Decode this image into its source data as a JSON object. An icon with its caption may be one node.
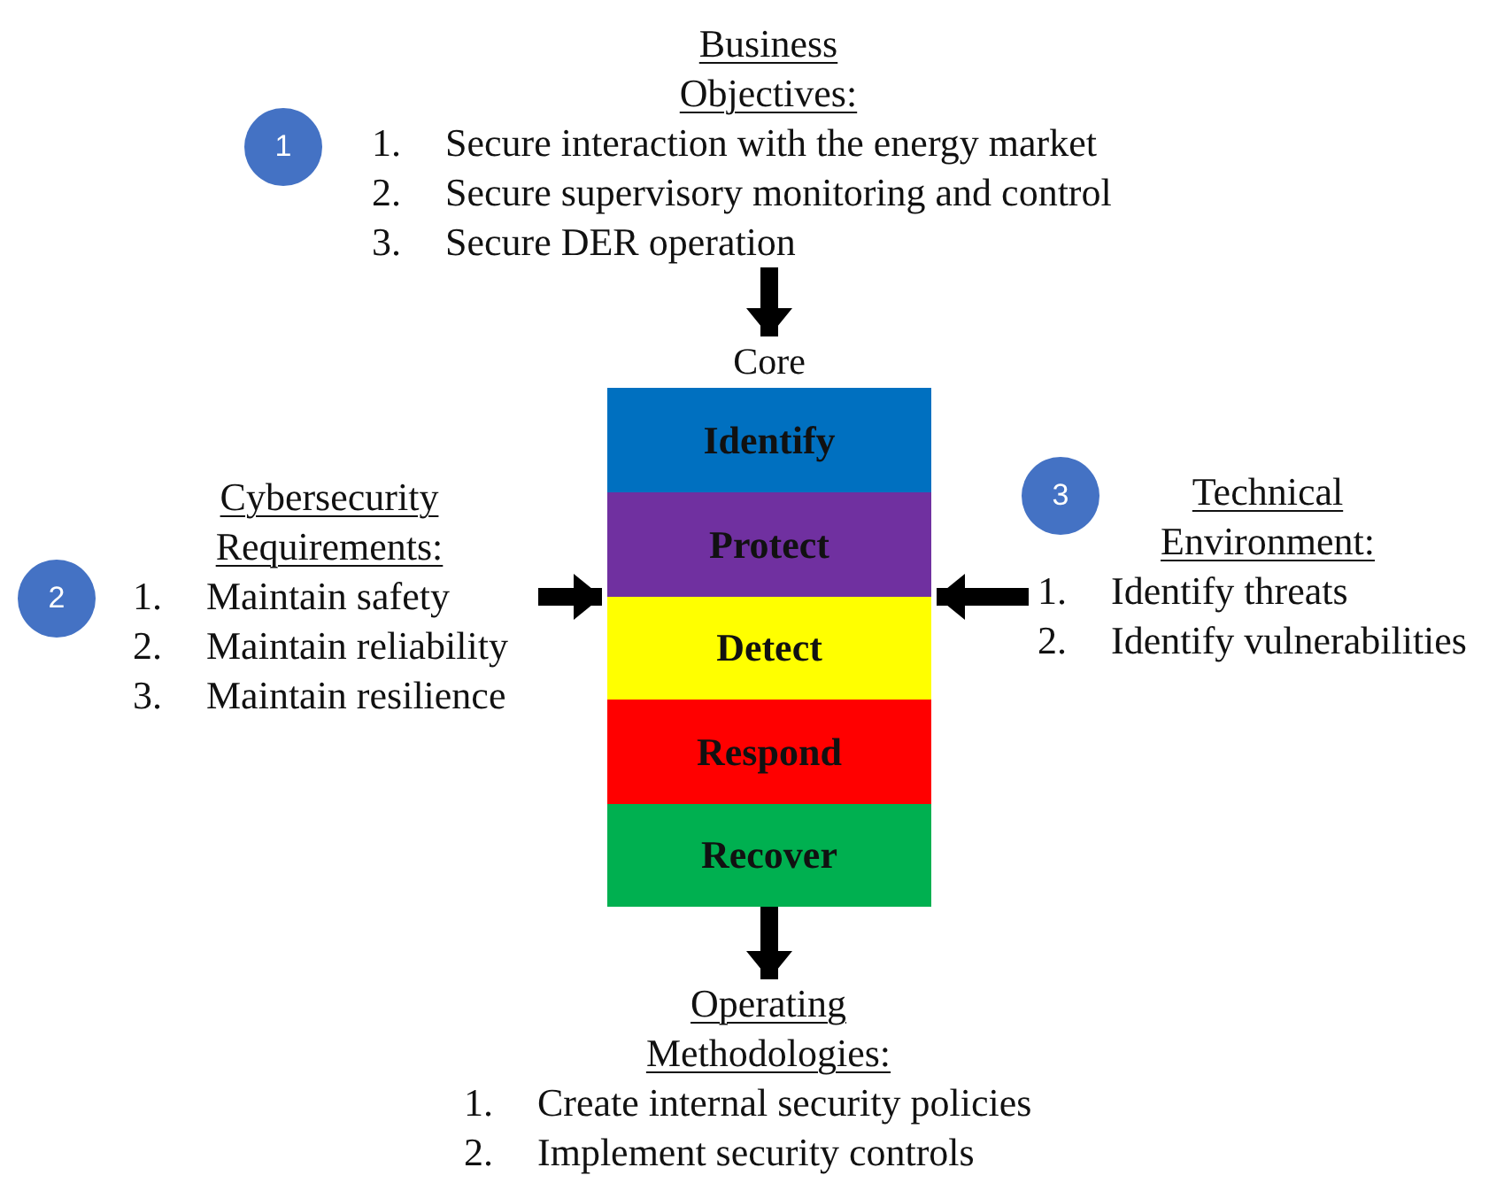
{
  "diagram": {
    "nodes": [
      {
        "text": [
          "1"
        ]
      },
      {
        "text": [
          "Business Objectives:",
          "1. Secure interaction with the energy market",
          "2. Secure supervisory monitoring and control",
          "3. Secure DER operation"
        ]
      },
      {
        "text": [
          "Core"
        ]
      },
      {
        "text": [
          "Identify"
        ],
        "in": 2
      },
      {
        "text": [
          "Protect"
        ],
        "in": 2
      },
      {
        "text": [
          "Detect"
        ],
        "in": 2
      },
      {
        "text": [
          "Respond"
        ],
        "in": 2
      },
      {
        "text": [
          "Recover"
        ],
        "in": 2
      },
      {
        "text": [
          "2"
        ]
      },
      {
        "text": [
          "Cybersecurity Requirements:",
          "1. Maintain safety",
          "2. Maintain reliability",
          "3. Maintain resilience"
        ]
      },
      {
        "text": [
          "3"
        ]
      },
      {
        "text": [
          "Technical Environment:",
          "1. Identify threats",
          "2. Identify vulnerabilities"
        ]
      },
      {
        "text": [
          "Operating Methodologies:",
          "1. Create internal security policies",
          "2. Implement security controls"
        ]
      }
    ],
    "edges": [
      {
        "from": 1,
        "to": 2,
        "arrow": "to"
      },
      {
        "from": 9,
        "to": 2,
        "arrow": "to"
      },
      {
        "from": 11,
        "to": 2,
        "arrow": "to"
      },
      {
        "from": 2,
        "to": 12,
        "arrow": "to"
      }
    ]
  }
}
